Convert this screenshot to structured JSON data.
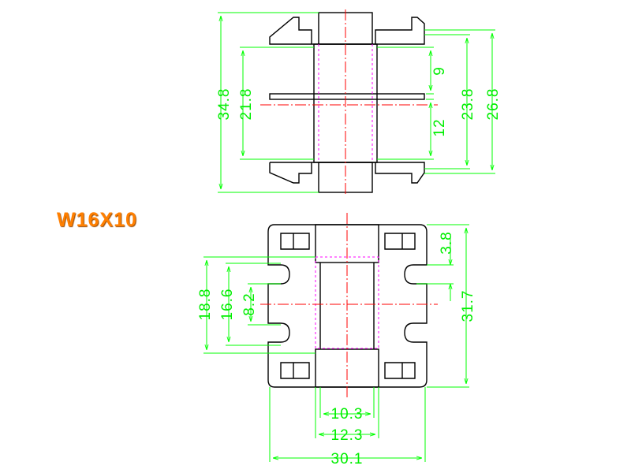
{
  "model_label": "W16X10",
  "colors": {
    "outline": "#000000",
    "dimension": "#00ff00",
    "centerline": "#ff0000",
    "hidden_line": "#ff00ff",
    "model_label": "#ff7f00"
  },
  "side_view": {
    "dims": {
      "overall_height": "34.8",
      "inner_height": "21.8",
      "upper_gap": "9",
      "lower_gap": "12",
      "mid_height": "23.8",
      "flange_height": "26.8"
    }
  },
  "top_view": {
    "dims": {
      "left_outer": "18.8",
      "left_mid": "16.6",
      "left_inner": "8.2",
      "slot_depth": "3.8",
      "overall_height": "31.7",
      "core_width": "10.3",
      "core_outer_width": "12.3",
      "overall_width": "30.1"
    }
  }
}
